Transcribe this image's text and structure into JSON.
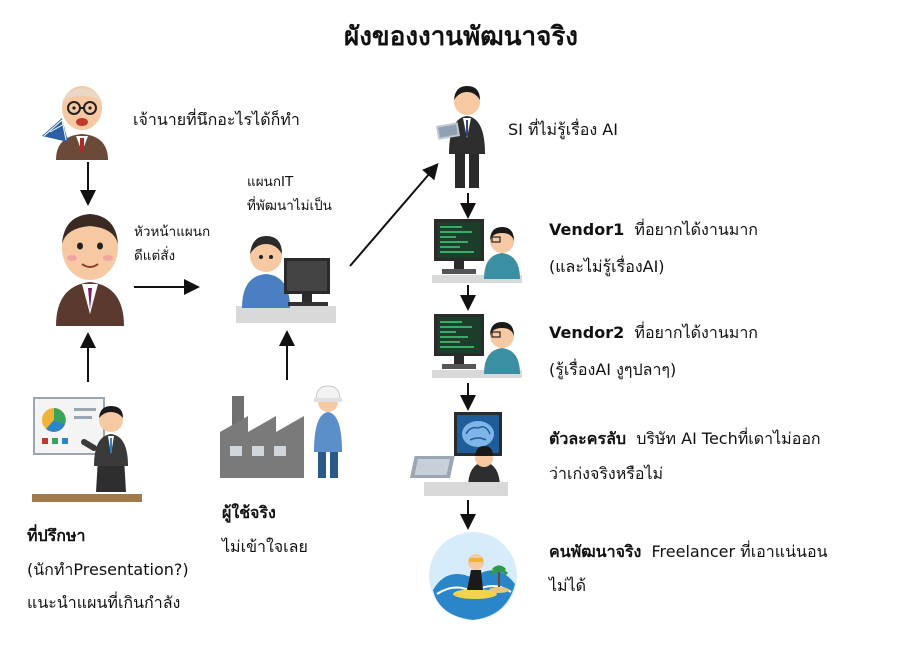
{
  "title": "ผังของงานพัฒนาจริง",
  "nodes": {
    "boss": "เจ้านายที่นึกอะไรได้ก็ทำ",
    "dept_head": [
      "หัวหน้าแผนก",
      "ดีแต่สั่ง"
    ],
    "it_dept": [
      "แผนกIT",
      "ที่พัฒนาไม่เป็น"
    ],
    "si": "SI ที่ไม่รู้เรื่อง AI",
    "vendor1": {
      "name": "Vendor1",
      "desc": "ที่อยากได้งานมาก",
      "line2": "(และไม่รู้เรื่องAI)"
    },
    "vendor2": {
      "name": "Vendor2",
      "desc": "ที่อยากได้งานมาก",
      "line2": "(รู้เรื่องAI งูๆปลาๆ)"
    },
    "agent": {
      "name": "ตัวละครลับ",
      "desc": "บริษัท AI Techที่เดาไม่ออก",
      "line2": "ว่าเก่งจริงหรือไม่"
    },
    "freelancer": {
      "name": "คนพัฒนาจริง",
      "desc": "Freelancer ที่เอาแน่นอน",
      "line2": "ไม่ได้"
    },
    "consultant": {
      "name": "ที่ปรึกษา",
      "line2": "(นักทำPresentation?)",
      "line3": "แนะนำแผนที่เกินกำลัง"
    },
    "user": {
      "name": "ผู้ใช้จริง",
      "line2": "ไม่เข้าใจเลย"
    }
  },
  "icons": [
    "boss-fan-icon",
    "manager-icon",
    "it-worker-icon",
    "si-laptop-icon",
    "programmer-icon",
    "ai-brain-icon",
    "surfer-icon",
    "presenter-icon",
    "factory-worker-icon"
  ]
}
